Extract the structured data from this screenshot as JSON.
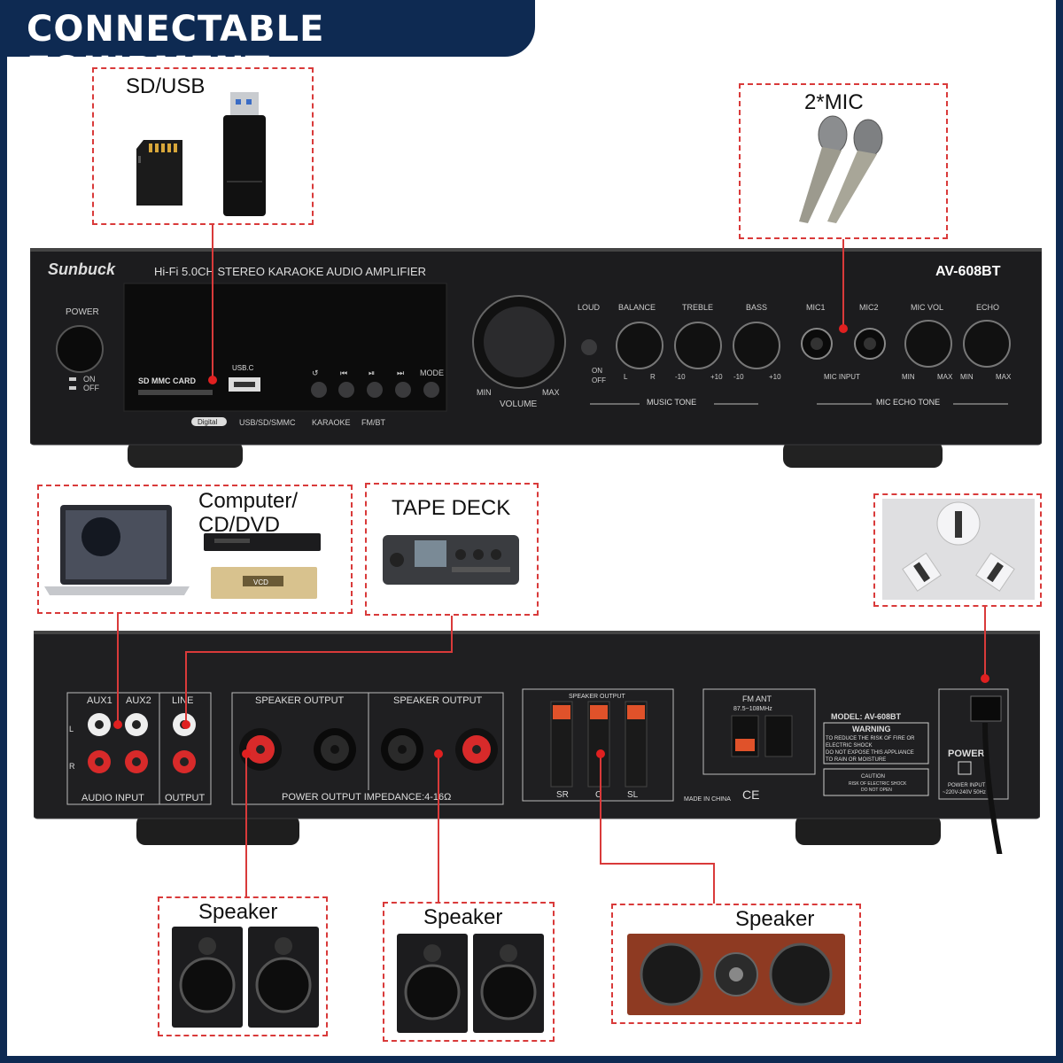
{
  "header": {
    "title": "CONNECTABLE EQUIPMENT"
  },
  "devices": {
    "sd_usb": "SD/USB",
    "mic": "2*MIC",
    "computer_line1": "Computer/",
    "computer_line2": "CD/DVD",
    "dvd_label": "VCD",
    "tape_deck": "TAPE DECK",
    "speaker_left": "Speaker",
    "speaker_middle": "Speaker",
    "speaker_right": "Speaker"
  },
  "front_panel": {
    "brand": "Sunbuck",
    "product_line": "Hi-Fi 5.0CH STEREO KARAOKE AUDIO AMPLIFIER",
    "model": "AV-608BT",
    "power_label": "POWER",
    "power_on": "ON",
    "power_off": "OFF",
    "sd_card_label": "SD MMC CARD",
    "usb_label": "USB.C",
    "mode_label": "MODE",
    "digital_badge": "Digital",
    "features": [
      "USB/SD/SMMC",
      "KARAOKE",
      "FM/BT"
    ],
    "volume": {
      "label": "VOLUME",
      "min": "MIN",
      "max": "MAX"
    },
    "loud": {
      "label": "LOUD",
      "on": "ON",
      "off": "OFF"
    },
    "balance": {
      "label": "BALANCE",
      "left": "L",
      "right": "R"
    },
    "treble": {
      "label": "TREBLE",
      "min": "-10",
      "max": "+10"
    },
    "bass": {
      "label": "BASS",
      "min": "-10",
      "max": "+10"
    },
    "music_tone": "MUSIC TONE",
    "mic1": "MIC1",
    "mic2": "MIC2",
    "mic_input": "MIC INPUT",
    "mic_vol": {
      "label": "MIC VOL",
      "min": "MIN",
      "max": "MAX"
    },
    "echo": {
      "label": "ECHO",
      "min": "MIN",
      "max": "MAX"
    },
    "mic_echo_tone": "MIC  ECHO TONE"
  },
  "rear_panel": {
    "aux1": "AUX1",
    "aux2": "AUX2",
    "line": "LINE",
    "left": "L",
    "right": "R",
    "audio_input": "AUDIO INPUT",
    "output": "OUTPUT",
    "speaker_output_1": "SPEAKER OUTPUT",
    "speaker_output_2": "SPEAKER OUTPUT",
    "speaker_output_3": "SPEAKER OUTPUT",
    "impedance": "POWER OUTPUT IMPEDANCE:4-16Ω",
    "sr": "SR",
    "c": "C",
    "sl": "SL",
    "fm_ant": "FM ANT",
    "fm_range": "87.5~108MHz",
    "model_plate": "MODEL: AV-608BT",
    "warning": "WARNING",
    "warning_lines": [
      "TO REDUCE THE RISK OF FIRE OR",
      "ELECTRIC SHOCK",
      "DO NOT EXPOSE THIS APPLIANCE",
      "TO RAIN OR MOISTURE"
    ],
    "caution": "CAUTION",
    "caution_line1": "RISK OF ELECTRIC SHOCK",
    "caution_line2": "DO NOT OPEN",
    "made_in": "MADE IN CHINA",
    "cert_marks": "CE",
    "power_label": "POWER",
    "power_input": "POWER INPUT",
    "power_voltage": "~220V-240V 50Hz"
  },
  "colors": {
    "header_bg": "#0e2a52",
    "dashed_border": "#d93a3a",
    "connector_red": "#e02020",
    "panel_dark": "#1c1c1e"
  }
}
